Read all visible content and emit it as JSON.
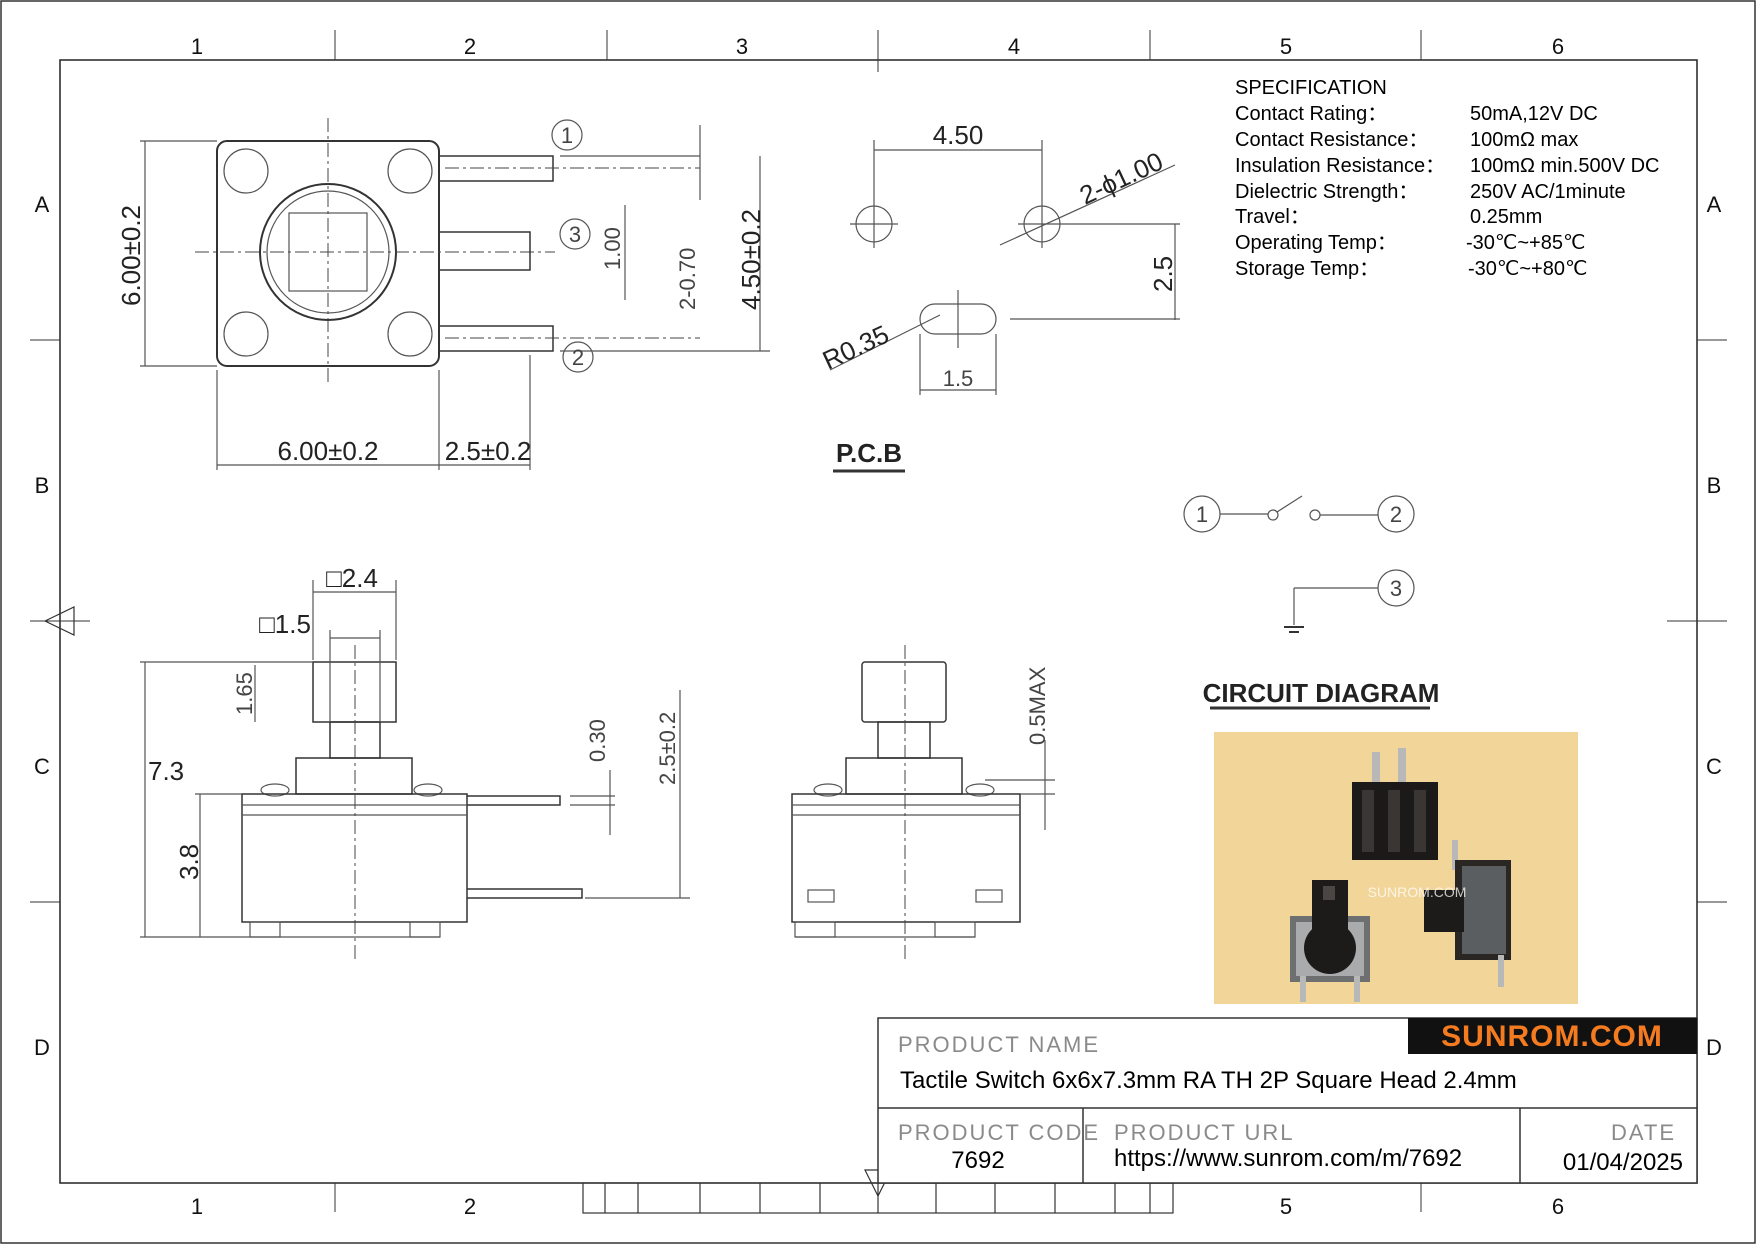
{
  "frame": {
    "col_labels": [
      "1",
      "2",
      "3",
      "4",
      "5",
      "6"
    ],
    "row_labels": [
      "A",
      "B",
      "C",
      "D"
    ]
  },
  "specification": {
    "heading": "SPECIFICATION",
    "rows": [
      {
        "label": "Contact  Rating：",
        "value": "50mA,12V DC"
      },
      {
        "label": "Contact  Resistance：",
        "value": "100mΩ max"
      },
      {
        "label": "Insulation Resistance：",
        "value": "100mΩ min.500V DC"
      },
      {
        "label": "Dielectric  Strength：",
        "value": "250V AC/1minute"
      },
      {
        "label": "Travel：",
        "value": "0.25mm"
      },
      {
        "label": "Operating Temp：",
        "value": "-30℃~+85℃"
      },
      {
        "label": "Storage Temp：",
        "value": "-30℃~+80℃"
      }
    ]
  },
  "top_view": {
    "dim_height": "6.00±0.2",
    "dim_width": "6.00±0.2",
    "dim_pin_offset": "2.5±0.2",
    "dim_pin_center": "1.00",
    "dim_pin_width": "2-0.70",
    "dim_pin_span": "4.50±0.2",
    "pin_1": "1",
    "pin_2": "2",
    "pin_3": "3"
  },
  "pcb": {
    "label": "P.C.B",
    "dim_spacing": "4.50",
    "dim_hole": "2-ϕ1.00",
    "dim_offset": "2.5",
    "dim_slot_radius": "R0.35",
    "dim_slot_width": "1.5"
  },
  "circuit": {
    "heading": "CIRCUIT DIAGRAM",
    "pin_1": "1",
    "pin_2": "2",
    "pin_3": "3"
  },
  "side_view": {
    "dim_cap": "□2.4",
    "dim_stem": "□1.5",
    "dim_cap_height": "1.65",
    "dim_total": "7.3",
    "dim_body": "3.8",
    "dim_pin_thickness": "0.30",
    "dim_pin_height": "2.5±0.2"
  },
  "front_view": {
    "dim_gap": "0.5MAX"
  },
  "photo": {
    "watermark": "SUNROM.COM",
    "bg_color": "#f1d599"
  },
  "title_block": {
    "brand": "SUNROM.COM",
    "brand_color": "#f47b20",
    "product_name_label": "PRODUCT NAME",
    "product_name": "Tactile Switch 6x6x7.3mm RA TH 2P Square Head 2.4mm",
    "product_code_label": "PRODUCT CODE",
    "product_code": "7692",
    "product_url_label": "PRODUCT URL",
    "product_url": "https://www.sunrom.com/m/7692",
    "date_label": "DATE",
    "date": "01/04/2025"
  }
}
